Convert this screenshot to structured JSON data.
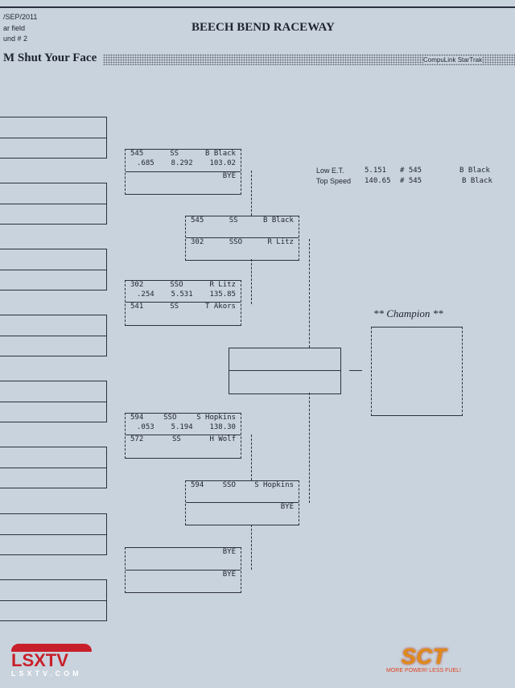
{
  "header": {
    "date": "/SEP/2011",
    "field": "ar field",
    "round": "und # 2",
    "title": "BEECH BEND RACEWAY",
    "class_name": "M Shut Your Face",
    "sponsor": "CompuLink StarTrak"
  },
  "stats": {
    "low_et_label": "Low  E.T.",
    "low_et": "5.151",
    "low_et_car": "# 545",
    "low_et_driver": "B Black",
    "top_speed_label": "Top Speed",
    "top_speed": "140.65",
    "top_speed_car": "# 545",
    "top_speed_driver": "B Black"
  },
  "round2": [
    {
      "a": {
        "car": "545",
        "cls": "SS",
        "driver": "B Black",
        "rt": ".685",
        "et": "8.292",
        "mph": "103.02"
      },
      "b": {
        "driver": "BYE"
      }
    },
    {
      "a": {
        "car": "302",
        "cls": "SSO",
        "driver": "R Litz",
        "rt": ".254",
        "et": "5.531",
        "mph": "135.85"
      },
      "b": {
        "car": "541",
        "cls": "SS",
        "driver": "T Akors"
      }
    },
    {
      "a": {
        "car": "594",
        "cls": "SSO",
        "driver": "S Hopkins",
        "rt": ".053",
        "et": "5.194",
        "mph": "138.30"
      },
      "b": {
        "car": "572",
        "cls": "SS",
        "driver": "H Wolf"
      }
    },
    {
      "a": {
        "driver": "BYE"
      },
      "b": {
        "driver": "BYE"
      }
    }
  ],
  "round3": [
    {
      "a": {
        "car": "545",
        "cls": "SS",
        "driver": "B Black"
      },
      "b": {
        "car": "302",
        "cls": "SSO",
        "driver": "R Litz"
      }
    },
    {
      "a": {
        "car": "594",
        "cls": "SSO",
        "driver": "S Hopkins"
      },
      "b": {
        "driver": "BYE"
      }
    }
  ],
  "champion_label": "** Champion **",
  "logos": {
    "left": "LSXTV",
    "left_url": "LSXTV.COM",
    "right": "SCT",
    "right_tagline": "MORE POWER! LESS FUEL!"
  }
}
